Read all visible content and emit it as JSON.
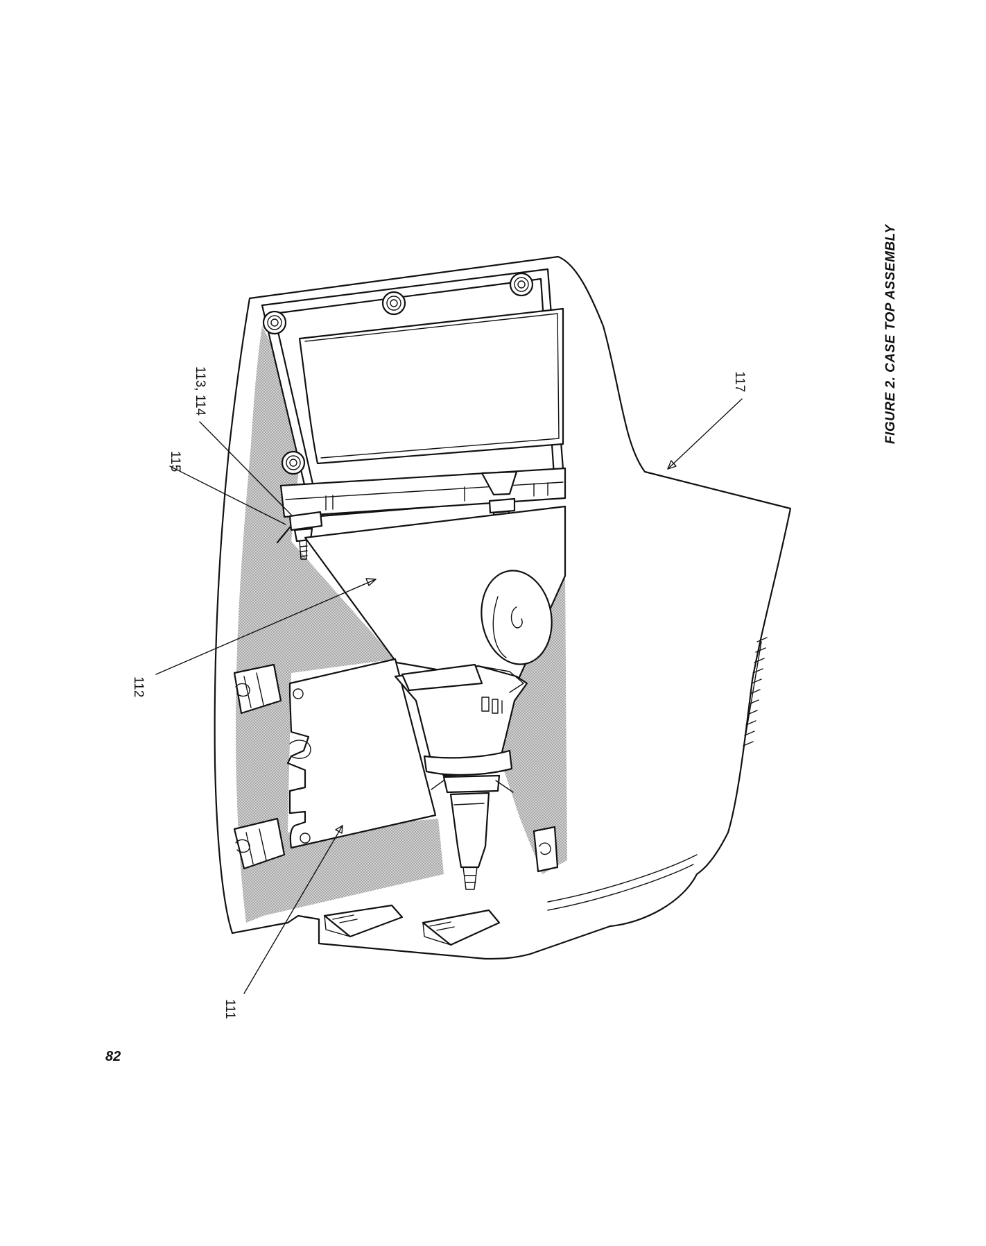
{
  "figure": {
    "caption": "FIGURE 2.  CASE TOP ASSEMBLY",
    "callouts": {
      "c111": "111",
      "c112": "112",
      "c113_114": "113, 114",
      "c115": "115",
      "c117": "117"
    }
  },
  "page": {
    "number": "82"
  },
  "colors": {
    "ink": "#111111",
    "paper": "#ffffff",
    "shading": "#9a9a9a"
  }
}
